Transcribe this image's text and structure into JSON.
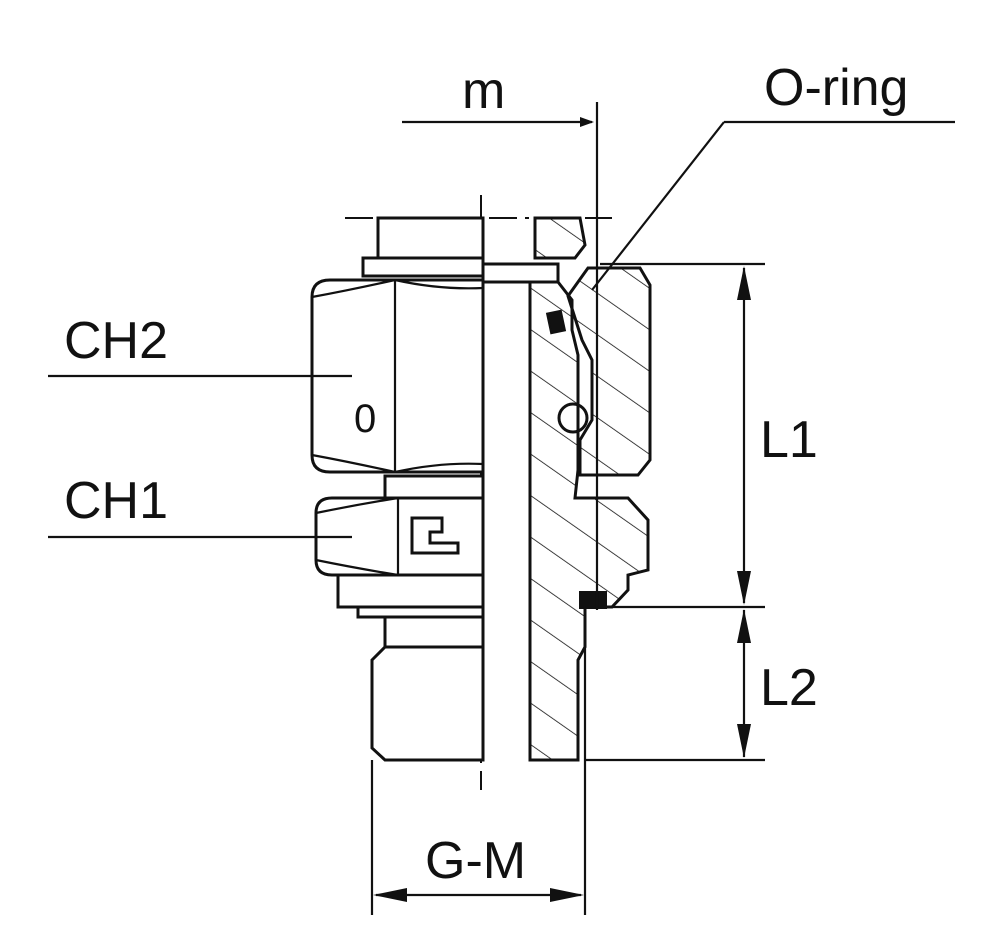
{
  "labels": {
    "m": "m",
    "o_ring": "O-ring",
    "ch2": "CH2",
    "ch1": "CH1",
    "l1": "L1",
    "l2": "L2",
    "g_m": "G-M",
    "hex_mark": "0"
  },
  "colors": {
    "line": "#111111",
    "background": "#ffffff"
  }
}
